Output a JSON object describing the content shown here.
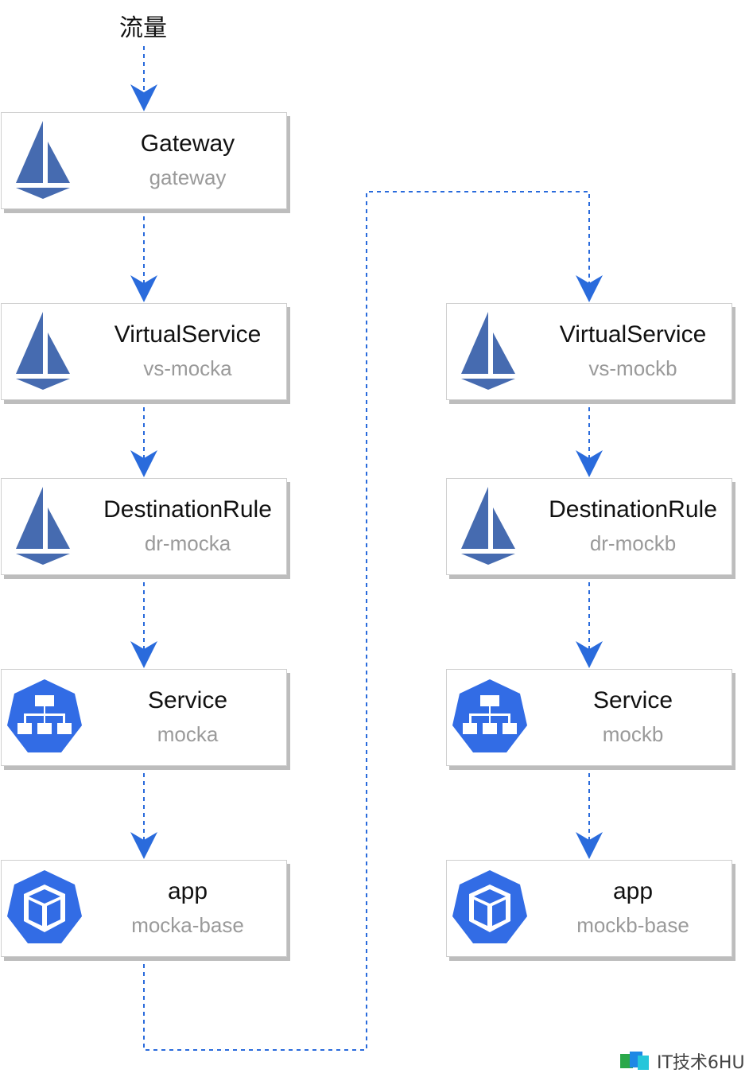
{
  "traffic_label": "流量",
  "left_column": [
    {
      "title": "Gateway",
      "subtitle": "gateway",
      "icon": "istio-sail-icon"
    },
    {
      "title": "VirtualService",
      "subtitle": "vs-mocka",
      "icon": "istio-sail-icon"
    },
    {
      "title": "DestinationRule",
      "subtitle": "dr-mocka",
      "icon": "istio-sail-icon"
    },
    {
      "title": "Service",
      "subtitle": "mocka",
      "icon": "k8s-service-icon"
    },
    {
      "title": "app",
      "subtitle": "mocka-base",
      "icon": "k8s-pod-icon"
    }
  ],
  "right_column": [
    {
      "title": "VirtualService",
      "subtitle": "vs-mockb",
      "icon": "istio-sail-icon"
    },
    {
      "title": "DestinationRule",
      "subtitle": "dr-mockb",
      "icon": "istio-sail-icon"
    },
    {
      "title": "Service",
      "subtitle": "mockb",
      "icon": "k8s-service-icon"
    },
    {
      "title": "app",
      "subtitle": "mockb-base",
      "icon": "k8s-pod-icon"
    }
  ],
  "watermark": "IT技术6HU",
  "colors": {
    "arrow": "#2a6bdc",
    "istio": "#466bb0",
    "kubernetes": "#326ce5",
    "card_border": "#cfcfcf",
    "card_shadow": "#bdbdbd",
    "subtitle": "#9a9a9a"
  }
}
